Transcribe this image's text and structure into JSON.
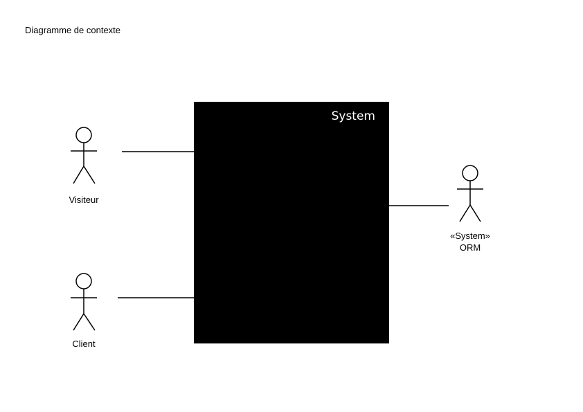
{
  "page": {
    "title": "Diagramme de contexte"
  },
  "system_box": {
    "label": "System",
    "fill_color": "#000000",
    "text_color": "#ffffff"
  },
  "actors": [
    {
      "id": "visiteur",
      "name": "Visiteur",
      "stereotype": ""
    },
    {
      "id": "client",
      "name": "Client",
      "stereotype": ""
    },
    {
      "id": "orm",
      "name": "ORM",
      "stereotype": "«System»"
    }
  ],
  "colors": {
    "background": "#ffffff",
    "line": "#000000"
  }
}
